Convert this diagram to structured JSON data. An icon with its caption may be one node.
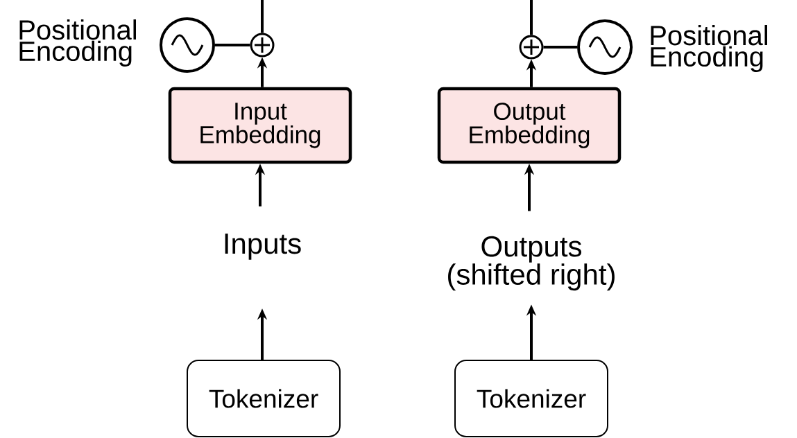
{
  "diagram": {
    "nodes": [
      {
        "text": [],
        "shape": "circle",
        "beside": [
          "Positional Encoding"
        ]
      },
      {
        "text": [],
        "shape": "circle"
      },
      {
        "text": [
          "Input Embedding"
        ]
      },
      {
        "text": [
          "Inputs"
        ]
      },
      {
        "text": [
          "Tokenizer"
        ]
      },
      {
        "text": [],
        "shape": "circle"
      },
      {
        "text": [],
        "shape": "circle",
        "beside": [
          "Positional Encoding"
        ]
      },
      {
        "text": [
          "Output Embedding"
        ]
      },
      {
        "text": [
          "Outputs (shifted right)"
        ]
      },
      {
        "text": [
          "Tokenizer"
        ]
      }
    ],
    "edges": [
      {
        "from": 0,
        "to": 1,
        "arrow": "none"
      },
      {
        "from": 2,
        "to": 1,
        "arrow": "to"
      },
      {
        "from": 1,
        "to": null,
        "arrow": "none"
      },
      {
        "from": 3,
        "to": 2,
        "arrow": "to"
      },
      {
        "from": 4,
        "to": 3,
        "arrow": "to"
      },
      {
        "from": 6,
        "to": 5,
        "arrow": "none"
      },
      {
        "from": 7,
        "to": 5,
        "arrow": "to"
      },
      {
        "from": 5,
        "to": null,
        "arrow": "none"
      },
      {
        "from": 8,
        "to": 7,
        "arrow": "to"
      },
      {
        "from": 9,
        "to": 8,
        "arrow": "to"
      }
    ]
  }
}
